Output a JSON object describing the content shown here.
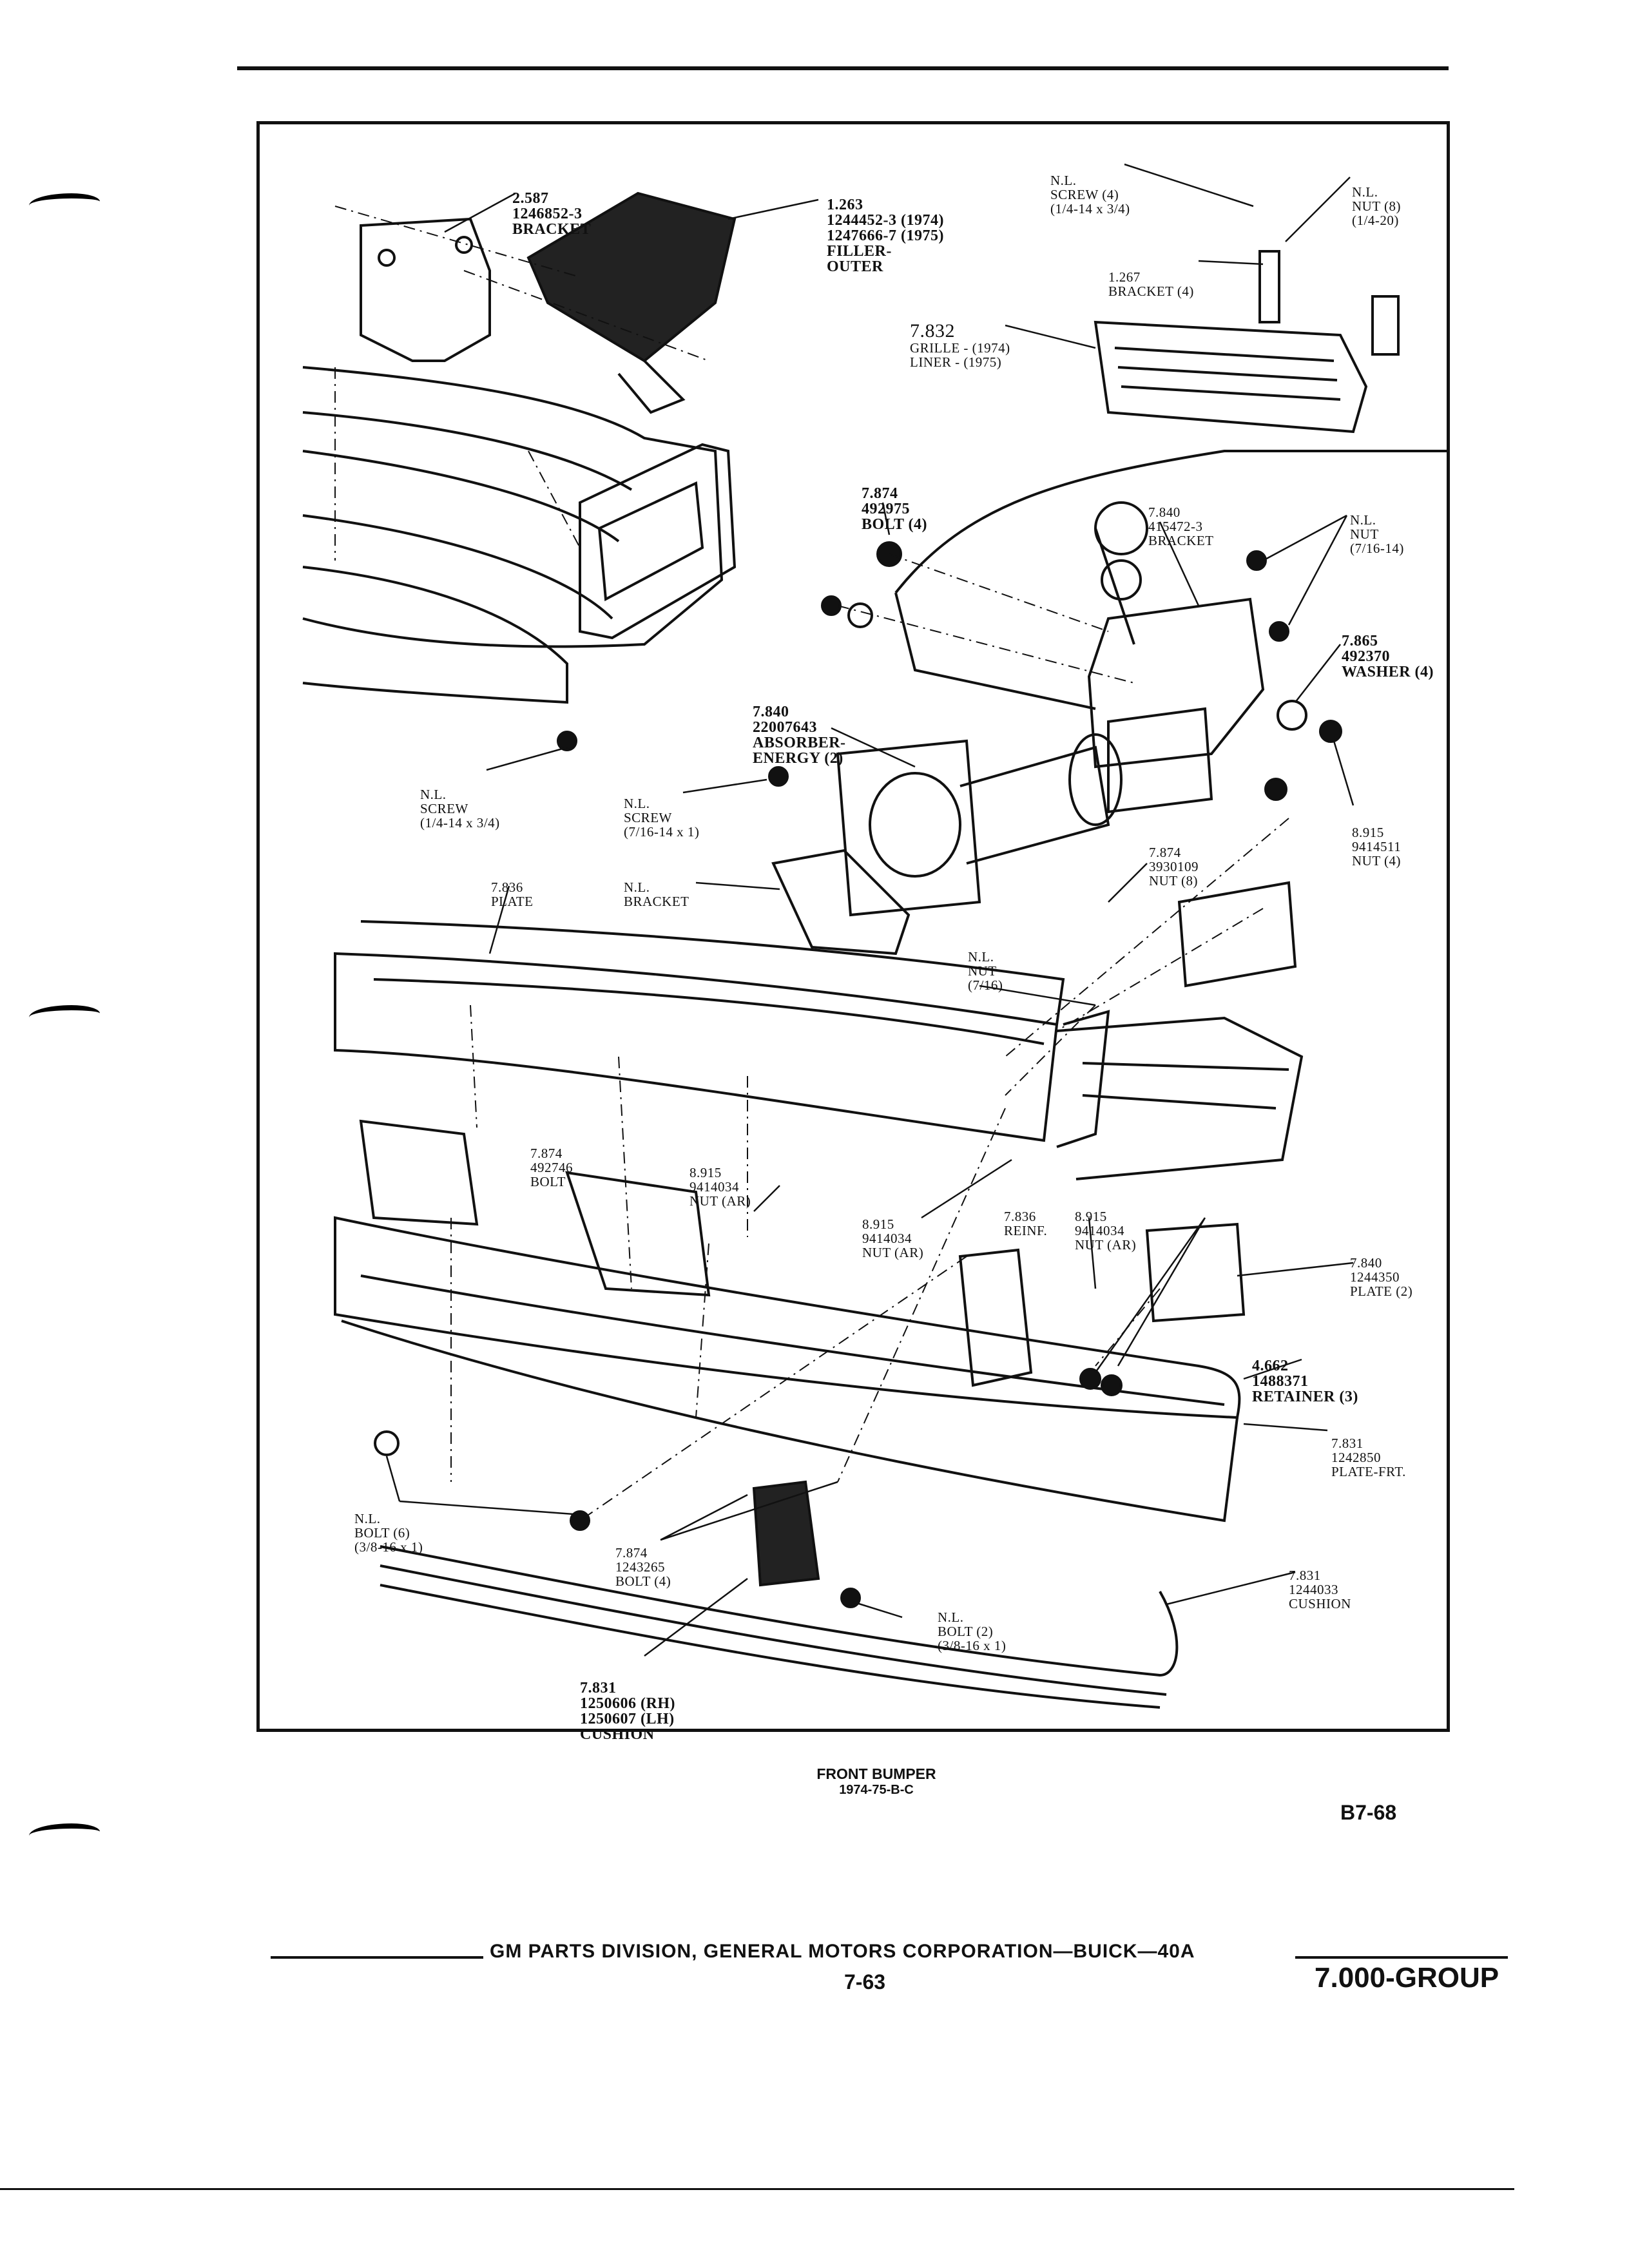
{
  "callouts": [
    {
      "id": "bracket-2587",
      "lines": [
        "2.587",
        "1246852-3",
        "BRACKET"
      ],
      "bold": true
    },
    {
      "id": "filler-outer",
      "lines": [
        "1.263",
        "1244452-3 (1974)",
        "1247666-7 (1975)",
        "FILLER-",
        "OUTER"
      ],
      "bold": true
    },
    {
      "id": "screw-nl-top",
      "lines": [
        "N.L.",
        "SCREW (4)",
        "(1/4-14 x 3/4)"
      ]
    },
    {
      "id": "nut-nl-top",
      "lines": [
        "N.L.",
        "NUT (8)",
        "(1/4-20)"
      ]
    },
    {
      "id": "bracket-1267",
      "lines": [
        "1.267",
        "BRACKET (4)"
      ]
    },
    {
      "id": "grille-liner",
      "lines": [
        "7.832",
        "GRILLE - (1974)",
        "LINER - (1975)"
      ]
    },
    {
      "id": "bolt-7874-top",
      "lines": [
        "7.874",
        "492975",
        "BOLT (4)"
      ],
      "bold": true
    },
    {
      "id": "bracket-7840",
      "lines": [
        "7.840",
        "415472-3",
        "BRACKET"
      ]
    },
    {
      "id": "nut-nl-716-14",
      "lines": [
        "N.L.",
        "NUT",
        "(7/16-14)"
      ]
    },
    {
      "id": "washer-7865",
      "lines": [
        "7.865",
        "492370",
        "WASHER (4)"
      ],
      "bold": true
    },
    {
      "id": "absorber-energy",
      "lines": [
        "7.840",
        "22007643",
        "ABSORBER-",
        "ENERGY (2)"
      ],
      "bold": true
    },
    {
      "id": "screw-nl-left",
      "lines": [
        "N.L.",
        "SCREW",
        "(1/4-14 x 3/4)"
      ]
    },
    {
      "id": "screw-nl-716",
      "lines": [
        "N.L.",
        "SCREW",
        "(7/16-14 x 1)"
      ]
    },
    {
      "id": "nut-8915-right",
      "lines": [
        "8.915",
        "9414511",
        "NUT (4)"
      ]
    },
    {
      "id": "nut-7874",
      "lines": [
        "7.874",
        "3930109",
        "NUT (8)"
      ]
    },
    {
      "id": "plate-7836",
      "lines": [
        "7.836",
        "PLATE"
      ]
    },
    {
      "id": "bracket-nl",
      "lines": [
        "N.L.",
        "BRACKET"
      ]
    },
    {
      "id": "nut-nl-716",
      "lines": [
        "N.L.",
        "NUT",
        "(7/16)"
      ]
    },
    {
      "id": "bolt-7874-mid",
      "lines": [
        "7.874",
        "492746",
        "BOLT"
      ]
    },
    {
      "id": "nut-8915-a",
      "lines": [
        "8.915",
        "9414034",
        "NUT (AR)"
      ]
    },
    {
      "id": "nut-8915-b",
      "lines": [
        "8.915",
        "9414034",
        "NUT (AR)"
      ]
    },
    {
      "id": "reinf-7836",
      "lines": [
        "7.836",
        "REINF."
      ]
    },
    {
      "id": "nut-8915-c",
      "lines": [
        "8.915",
        "9414034",
        "NUT (AR)"
      ]
    },
    {
      "id": "plate-7840",
      "lines": [
        "7.840",
        "1244350",
        "PLATE (2)"
      ]
    },
    {
      "id": "retainer-4662",
      "lines": [
        "4.662",
        "1488371",
        "RETAINER (3)"
      ],
      "bold": true
    },
    {
      "id": "plate-frt",
      "lines": [
        "7.831",
        "1242850",
        "PLATE-FRT."
      ]
    },
    {
      "id": "bolt-nl-6",
      "lines": [
        "N.L.",
        "BOLT (6)",
        "(3/8-16 x 1)"
      ]
    },
    {
      "id": "bolt-7874-low",
      "lines": [
        "7.874",
        "1243265",
        "BOLT (4)"
      ]
    },
    {
      "id": "cushion-1244033",
      "lines": [
        "7.831",
        "1244033",
        "CUSHION"
      ]
    },
    {
      "id": "bolt-nl-2",
      "lines": [
        "N.L.",
        "BOLT (2)",
        "(3/8-16 x 1)"
      ]
    },
    {
      "id": "cushion-rh-lh",
      "lines": [
        "7.831",
        "1250606 (RH)",
        "1250607 (LH)",
        "CUSHION"
      ],
      "bold": true
    }
  ],
  "caption": {
    "title": "FRONT BUMPER",
    "subtitle": "1974-75-B-C"
  },
  "page_code": "B7-68",
  "footer": {
    "publisher": "GM PARTS DIVISION, GENERAL MOTORS CORPORATION—BUICK—40A",
    "page_number": "7-63",
    "group": "7.000-GROUP"
  }
}
